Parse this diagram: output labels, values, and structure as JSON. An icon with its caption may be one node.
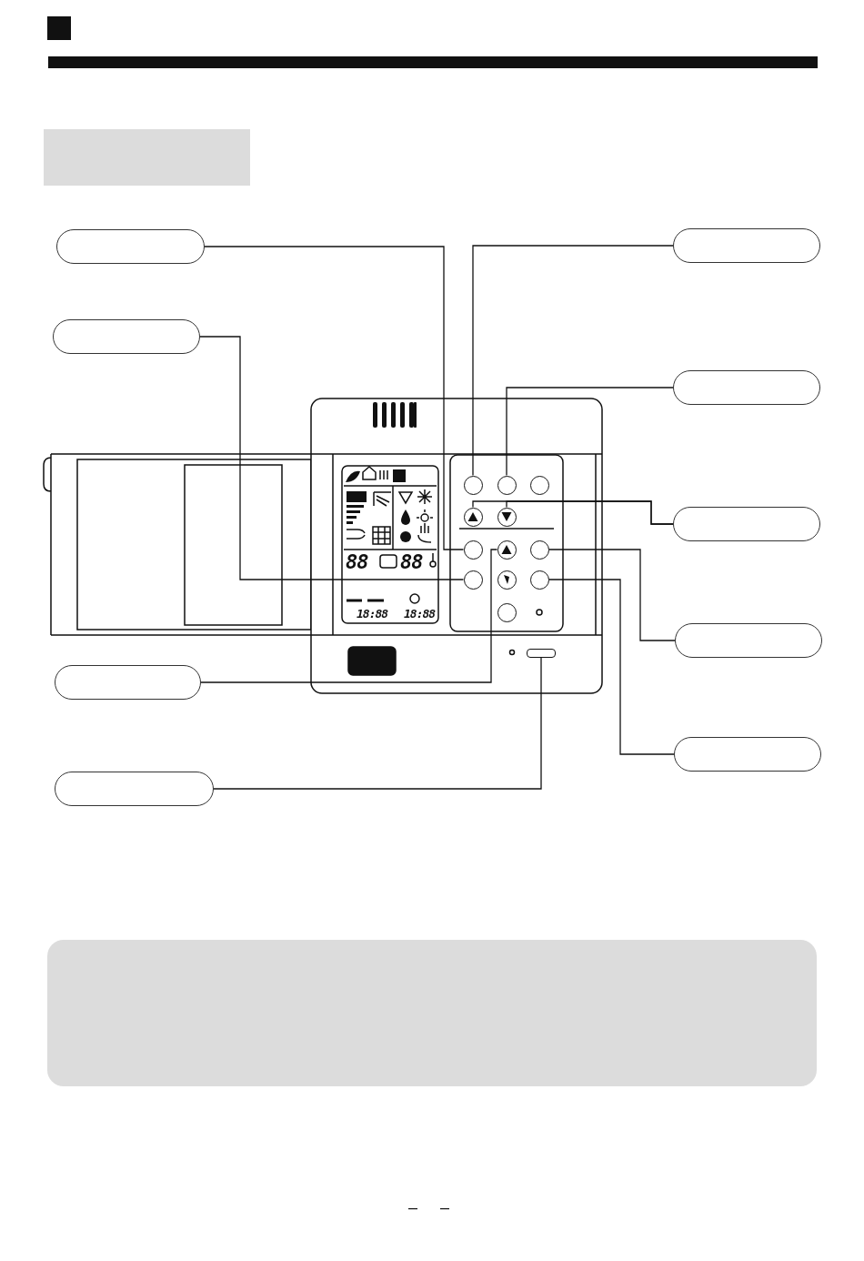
{
  "diagram": {
    "nodes": [
      {
        "text": [],
        "shape": "box"
      },
      {
        "text": [],
        "shape": "box"
      },
      {
        "text": [],
        "shape": "box"
      },
      {
        "text": [],
        "shape": "box"
      },
      {
        "text": [],
        "shape": "box"
      },
      {
        "text": [],
        "shape": "box"
      },
      {
        "text": [],
        "shape": "box"
      },
      {
        "text": [],
        "shape": "box"
      },
      {
        "text": [],
        "shape": "box"
      },
      {
        "text": [],
        "shape": "circle"
      },
      {
        "text": [],
        "shape": "circle"
      },
      {
        "text": [],
        "shape": "circle"
      },
      {
        "text": [],
        "shape": "circle"
      },
      {
        "text": [],
        "shape": "circle"
      },
      {
        "text": [],
        "shape": "circle"
      },
      {
        "text": [],
        "shape": "circle"
      },
      {
        "text": [],
        "shape": "circle"
      },
      {
        "text": [],
        "shape": "circle"
      },
      {
        "text": [],
        "shape": "circle"
      },
      {
        "text": [],
        "shape": "circle"
      },
      {
        "text": [],
        "shape": "circle"
      },
      {
        "text": [],
        "shape": "bar"
      }
    ],
    "edges": [
      {
        "from": 0,
        "to": 14,
        "arrow": "none"
      },
      {
        "from": 1,
        "to": 17,
        "arrow": "none"
      },
      {
        "from": 2,
        "to": 15,
        "arrow": "none"
      },
      {
        "from": 3,
        "to": 21,
        "arrow": "none"
      },
      {
        "from": 4,
        "to": 9,
        "arrow": "none"
      },
      {
        "from": 5,
        "to": 10,
        "arrow": "none"
      },
      {
        "from": 6,
        "to": 12,
        "arrow": "none"
      },
      {
        "from": 6,
        "to": 13,
        "arrow": "none"
      },
      {
        "from": 7,
        "to": 16,
        "arrow": "none"
      },
      {
        "from": 8,
        "to": 19,
        "arrow": "none"
      }
    ],
    "labels": [
      "88",
      "88",
      "18:88",
      "18:88",
      "–",
      "–"
    ]
  }
}
